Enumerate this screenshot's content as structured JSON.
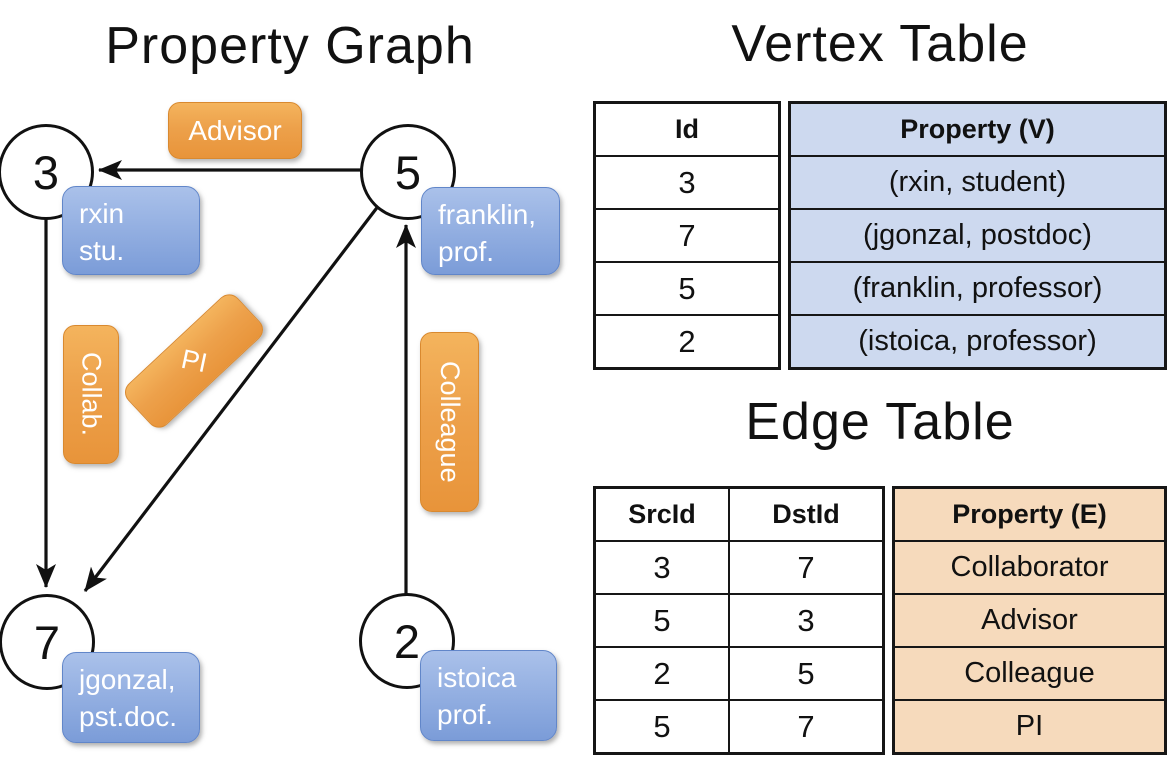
{
  "titles": {
    "graph": "Property Graph",
    "vertex_table": "Vertex Table",
    "edge_table": "Edge Table"
  },
  "graph": {
    "nodes": [
      {
        "id": "3",
        "label_line1": "rxin",
        "label_line2": "stu."
      },
      {
        "id": "5",
        "label_line1": "franklin,",
        "label_line2": "prof."
      },
      {
        "id": "7",
        "label_line1": "jgonzal,",
        "label_line2": "pst.doc."
      },
      {
        "id": "2",
        "label_line1": "istoica",
        "label_line2": "prof."
      }
    ],
    "edges": [
      {
        "label": "Advisor",
        "src": "5",
        "dst": "3"
      },
      {
        "label": "Collab.",
        "src": "3",
        "dst": "7"
      },
      {
        "label": "PI",
        "src": "5",
        "dst": "7"
      },
      {
        "label": "Colleague",
        "src": "2",
        "dst": "5"
      }
    ]
  },
  "vertex_table": {
    "headers": [
      "Id",
      "Property (V)"
    ],
    "rows": [
      [
        "3",
        "(rxin, student)"
      ],
      [
        "7",
        "(jgonzal, postdoc)"
      ],
      [
        "5",
        "(franklin, professor)"
      ],
      [
        "2",
        "(istoica, professor)"
      ]
    ]
  },
  "edge_table": {
    "headers": [
      "SrcId",
      "DstId",
      "Property (E)"
    ],
    "rows": [
      [
        "3",
        "7",
        "Collaborator"
      ],
      [
        "5",
        "3",
        "Advisor"
      ],
      [
        "2",
        "5",
        "Colleague"
      ],
      [
        "5",
        "7",
        "PI"
      ]
    ]
  },
  "colors": {
    "edge_label_orange": "#eda14b",
    "vertex_label_blue": "#8fade1",
    "vertex_property_bg": "#cdd9ef",
    "edge_property_bg": "#f6dabc",
    "line_black": "#161616"
  }
}
